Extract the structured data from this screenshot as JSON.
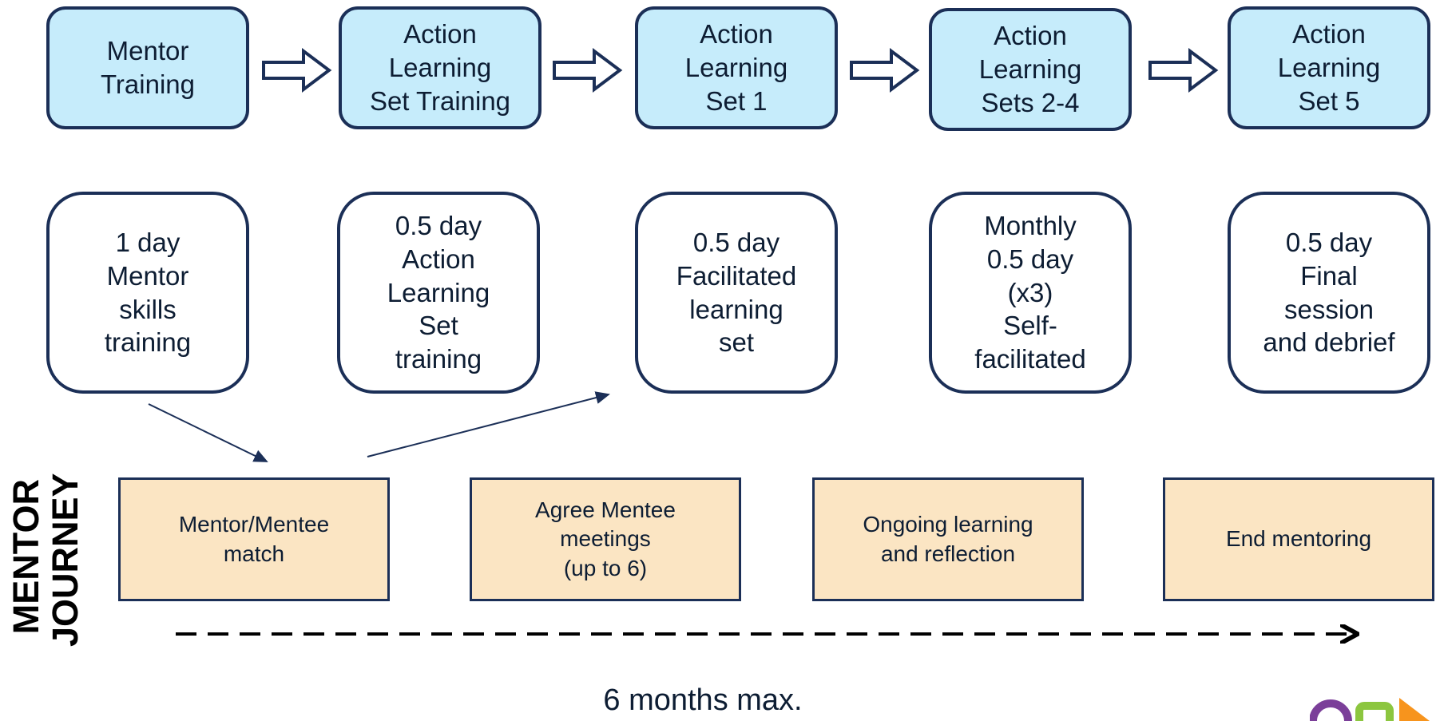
{
  "stages": [
    {
      "label": "Mentor\nTraining"
    },
    {
      "label": "Action\nLearning\nSet Training"
    },
    {
      "label": "Action\nLearning\nSet 1"
    },
    {
      "label": "Action\nLearning\nSets 2-4"
    },
    {
      "label": "Action\nLearning\nSet 5"
    }
  ],
  "details": [
    {
      "label": "1 day\nMentor\nskills\ntraining"
    },
    {
      "label": "0.5 day\nAction\nLearning\nSet\ntraining"
    },
    {
      "label": "0.5 day\nFacilitated\nlearning\nset"
    },
    {
      "label": "Monthly\n0.5 day\n(x3)\nSelf-\nfacilitated"
    },
    {
      "label": "0.5 day\nFinal\nsession\nand debrief"
    }
  ],
  "journey_title": "MENTOR\nJOURNEY",
  "journey_steps": [
    {
      "label": "Mentor/Mentee\nmatch"
    },
    {
      "label": "Agree Mentee\nmeetings\n(up to 6)"
    },
    {
      "label": "Ongoing learning\nand reflection"
    },
    {
      "label": "End mentoring"
    }
  ],
  "duration": "6 months max.",
  "colors": {
    "stage_fill": "#c6ecfb",
    "journey_fill": "#fbe5c3",
    "outline": "#1b2f57",
    "logo_purple": "#7b3f99",
    "logo_green": "#8cc63f",
    "logo_orange": "#f7941d"
  }
}
